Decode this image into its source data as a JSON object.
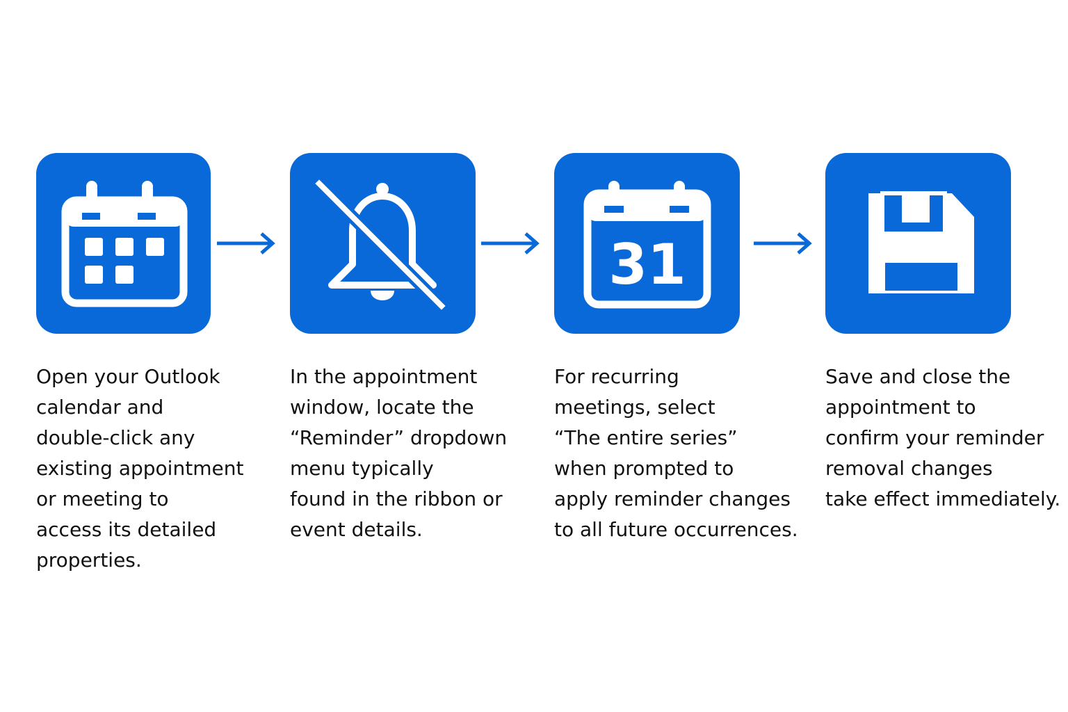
{
  "colors": {
    "tile_background": "#0A69D8",
    "icon_foreground": "#FFFFFF",
    "arrow": "#0A69D8",
    "text": "#111111",
    "page_background": "#FFFFFF"
  },
  "steps": [
    {
      "icon": "calendar-grid-icon",
      "lines": [
        "Open your Outlook",
        "calendar and",
        "double-click any",
        "existing appointment",
        "or meeting to",
        "access its detailed",
        "properties."
      ]
    },
    {
      "icon": "bell-off-icon",
      "lines": [
        "In the appointment",
        "window, locate the",
        "“Reminder” dropdown",
        "menu typically",
        "found in the ribbon or",
        "event details."
      ]
    },
    {
      "icon": "calendar-date-icon",
      "icon_text": "31",
      "lines": [
        "For recurring",
        "meetings, select",
        "“The entire series”",
        "when prompted to",
        "apply reminder changes",
        "to all future occurrences."
      ]
    },
    {
      "icon": "floppy-disk-save-icon",
      "lines": [
        "Save and close the",
        "appointment to",
        "confirm your reminder",
        "removal changes",
        "take effect immediately."
      ]
    }
  ]
}
